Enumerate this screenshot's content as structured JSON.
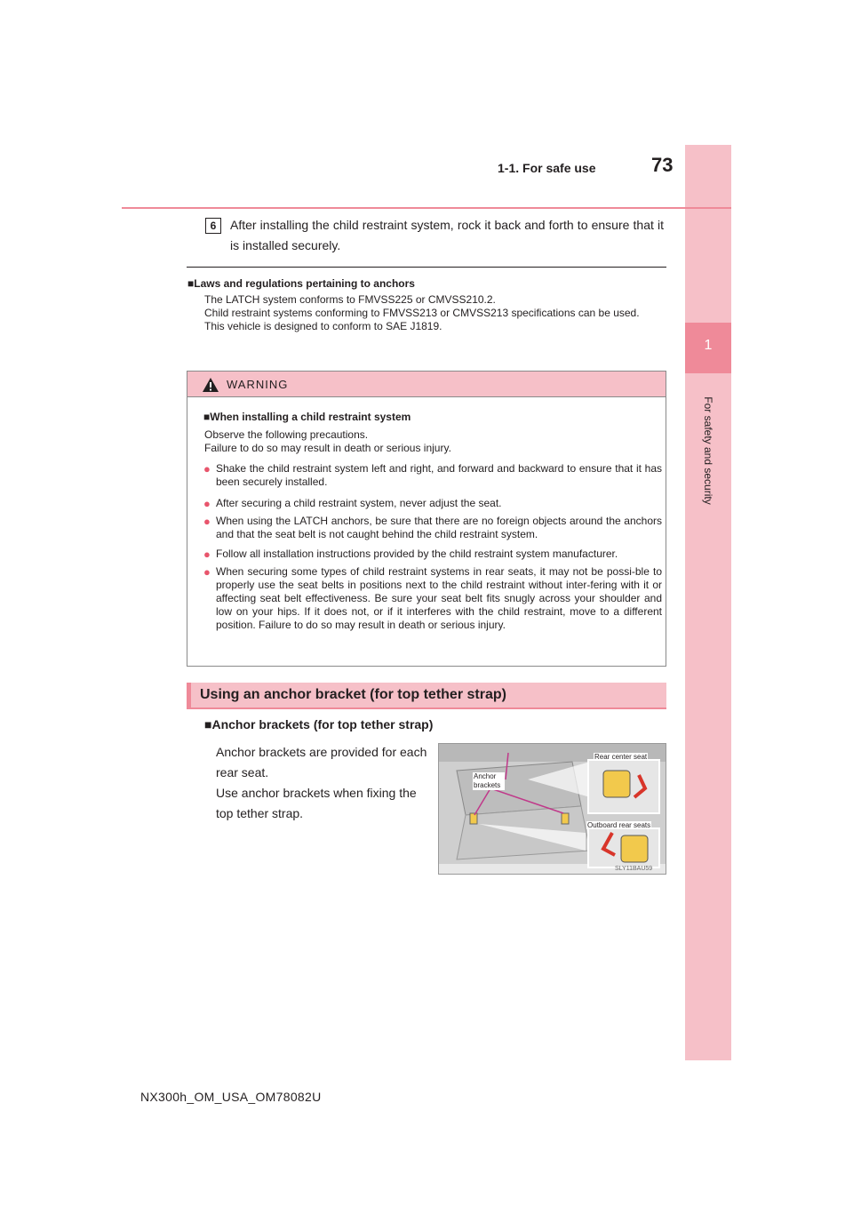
{
  "header": {
    "section": "1-1. For safe use",
    "page_number": "73"
  },
  "side_tab": {
    "chapter_number": "1",
    "chapter_label": "For safety and security"
  },
  "step": {
    "number": "6",
    "text": "After installing the child restraint system, rock it back and forth to ensure that it is installed securely."
  },
  "laws": {
    "bullet": "■",
    "heading": "Laws and regulations pertaining to anchors",
    "lines": [
      "The LATCH system conforms to FMVSS225 or CMVSS210.2.",
      "Child restraint systems conforming to FMVSS213 or CMVSS213 specifications can be used.",
      "This vehicle is designed to conform to SAE J1819."
    ]
  },
  "warning": {
    "title": "WARNING",
    "bullet": "■",
    "subheading": "When installing a child restraint system",
    "intro": [
      "Observe the following precautions.",
      "Failure to do so may result in death or serious injury."
    ],
    "dot": "●",
    "items": [
      "Shake the child restraint system left and right, and forward and backward to ensure that it has been securely installed.",
      "After securing a child restraint system, never adjust the seat.",
      "When using the LATCH anchors, be sure that there are no foreign objects around the anchors and that the seat belt is not caught behind the child restraint system.",
      "Follow all installation instructions provided by the child restraint system manufacturer.",
      "When securing some types of child restraint systems in rear seats, it may not be possi-ble to properly use the seat belts in positions next to the child restraint without inter-fering with it or affecting seat belt effectiveness. Be sure your seat belt fits snugly across your shoulder and low on your hips. If it does not, or if it interferes with the child restraint, move to a different position. Failure to do so may result in death or serious injury."
    ]
  },
  "section": {
    "title": "Using an anchor bracket (for top tether strap)",
    "bullet": "■",
    "subheading": "Anchor brackets (for top tether strap)",
    "paragraphs": [
      "Anchor brackets are provided for each rear seat.",
      "Use anchor brackets when fixing the top tether strap."
    ]
  },
  "figure": {
    "label_anchor": "Anchor brackets",
    "label_rear_center": "Rear center seat",
    "label_outboard": "Outboard rear seats",
    "code": "SLY11BAU59"
  },
  "footer": "NX300h_OM_USA_OM78082U",
  "colors": {
    "tab_light": "#f6c0c8",
    "tab_dark": "#ef8a99",
    "bullet_dot": "#e8556c"
  }
}
